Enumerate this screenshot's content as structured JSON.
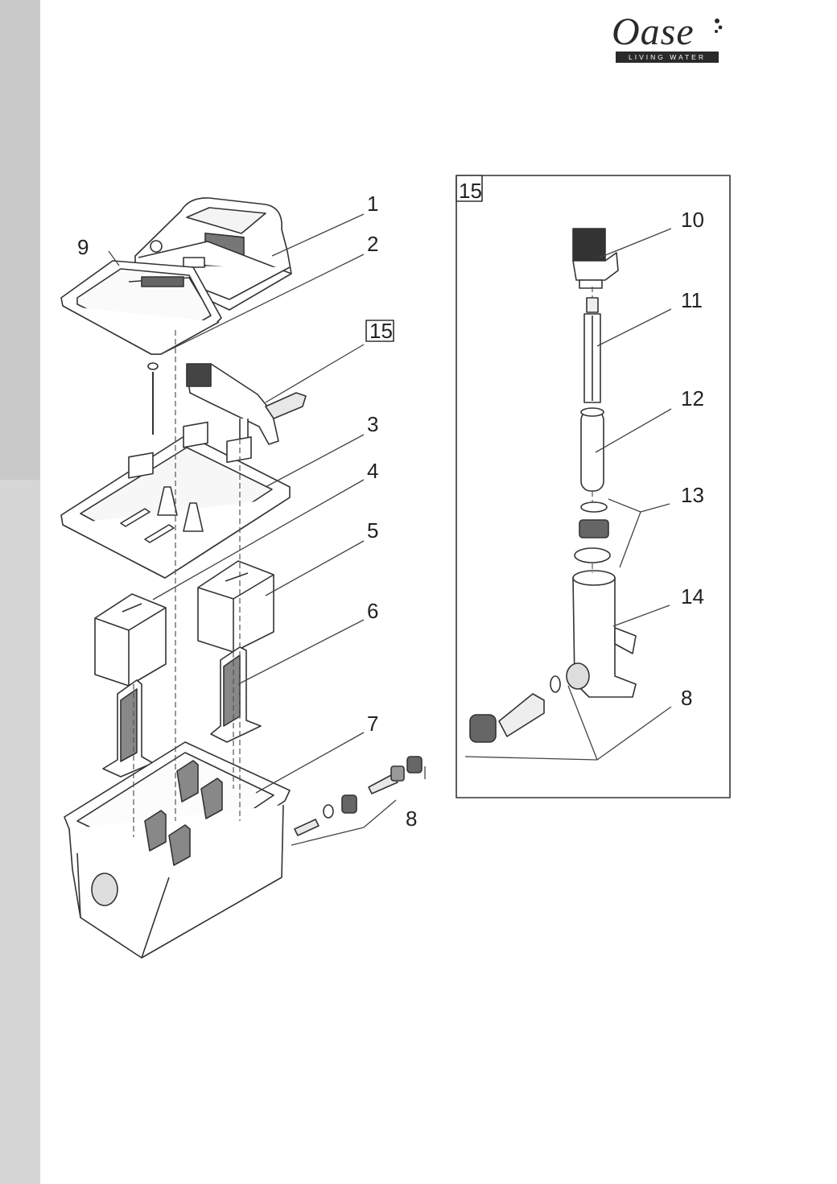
{
  "logo": {
    "word": "Oase",
    "tagline": "LIVING WATER"
  },
  "detail_box_tag": "15",
  "labels": {
    "l1": "1",
    "l2": "2",
    "l3": "3",
    "l4": "4",
    "l5": "5",
    "l6": "6",
    "l7": "7",
    "l8a": "8",
    "l9": "9",
    "l15ref": "15",
    "l10": "10",
    "l11": "11",
    "l12": "12",
    "l13": "13",
    "l14": "14",
    "l8b": "8"
  }
}
